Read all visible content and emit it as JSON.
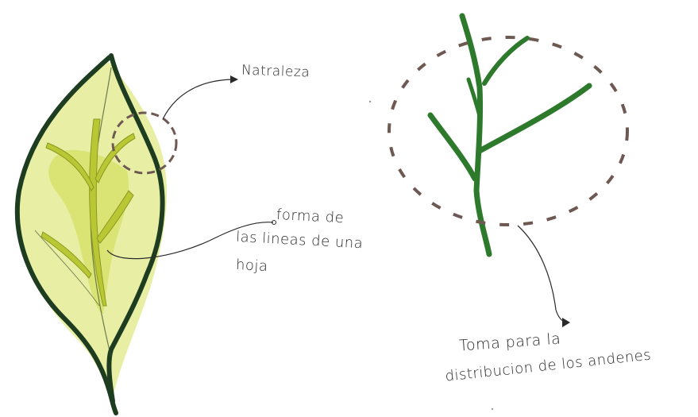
{
  "colors": {
    "leaf_fill": "#c9d842",
    "leaf_outline": "#1e3d20",
    "vein_fill": "#b8c832",
    "tree": "#2e7a2c",
    "dashed_circle": "#6e5852",
    "ink": "#2a2a2a"
  },
  "annotations": {
    "naturaleza": "Natraleza",
    "forma_line1": "forma de",
    "forma_line2": "las lineas de una",
    "forma_line3": "hoja",
    "toma_line1": "Toma para la",
    "toma_line2": "distribucion de los andenes"
  },
  "icons": [
    "leaf-drawing",
    "branch-drawing",
    "dashed-circle",
    "arrow"
  ]
}
